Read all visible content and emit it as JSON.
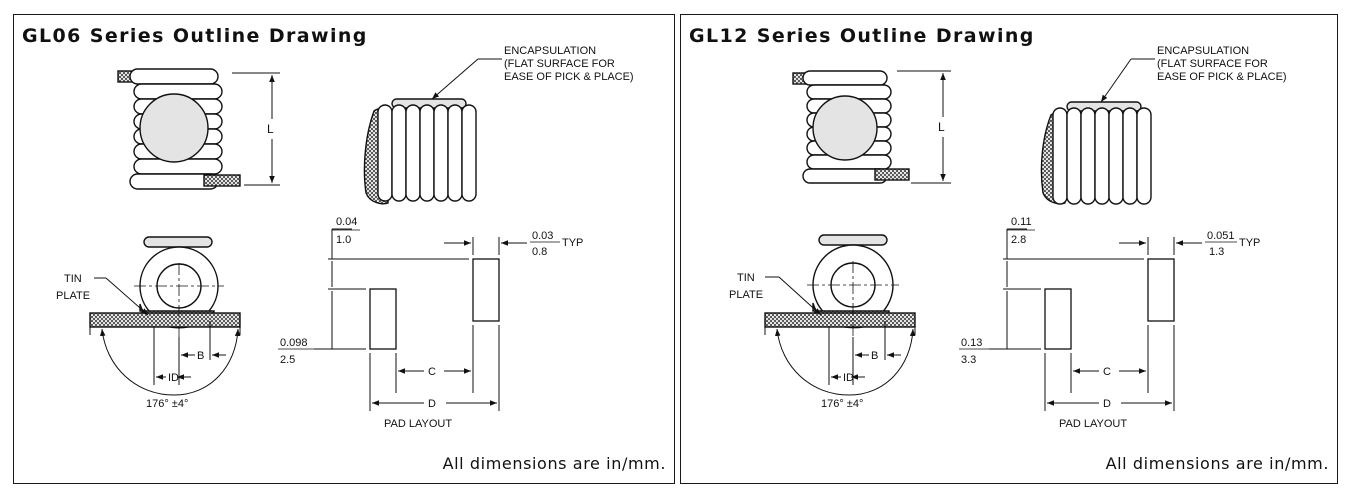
{
  "panels": [
    {
      "title": "GL06 Series Outline Drawing",
      "callout": {
        "line1": "ENCAPSULATION",
        "line2": "(FLAT SURFACE FOR",
        "line3": "EASE OF PICK & PLACE)"
      },
      "labels": {
        "length": "L",
        "tin_1": "TIN",
        "tin_2": "PLATE",
        "b": "B",
        "id": "ID",
        "c": "C",
        "d": "D",
        "angle": "176° ±4°",
        "typ": "TYP",
        "pad_layout": "PAD LAYOUT"
      },
      "dims": {
        "gap_in": "0.04",
        "gap_mm": "1.0",
        "pad_w_in": "0.03",
        "pad_w_mm": "0.8",
        "height_in": "0.098",
        "height_mm": "2.5"
      },
      "footnote": "All dimensions are in/mm."
    },
    {
      "title": "GL12 Series Outline Drawing",
      "callout": {
        "line1": "ENCAPSULATION",
        "line2": "(FLAT SURFACE FOR",
        "line3": "EASE OF PICK & PLACE)"
      },
      "labels": {
        "length": "L",
        "tin_1": "TIN",
        "tin_2": "PLATE",
        "b": "B",
        "id": "ID",
        "c": "C",
        "d": "D",
        "angle": "176° ±4°",
        "typ": "TYP",
        "pad_layout": "PAD LAYOUT"
      },
      "dims": {
        "gap_in": "0.11",
        "gap_mm": "2.8",
        "pad_w_in": "0.051",
        "pad_w_mm": "1.3",
        "height_in": "0.13",
        "height_mm": "3.3"
      },
      "footnote": "All dimensions are in/mm."
    }
  ]
}
